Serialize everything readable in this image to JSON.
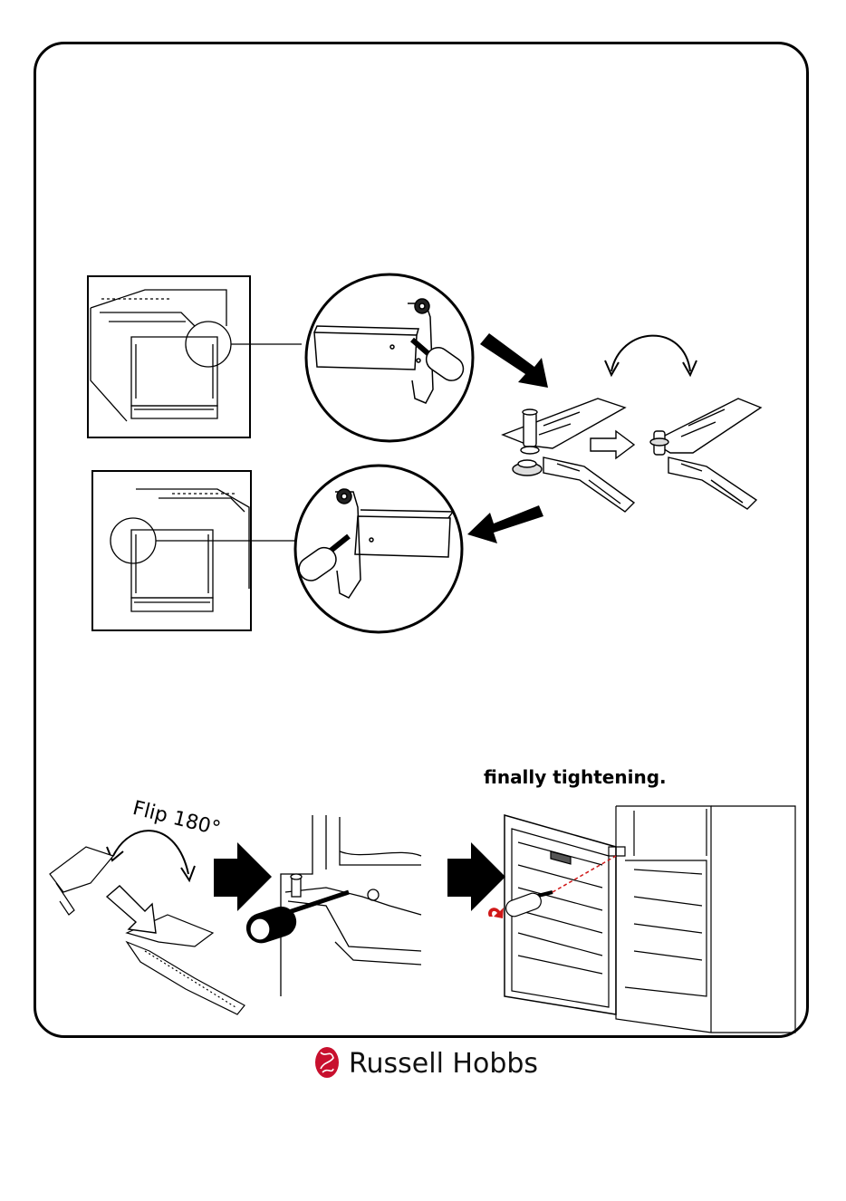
{
  "step_text": "finally tightening.",
  "flip_label": "Flip 180°",
  "brand": {
    "name": "Russell Hobbs",
    "logo_icon": "rh-crest-icon",
    "logo_color": "#c8102e"
  },
  "colors": {
    "line": "#000000",
    "accent_red": "#d01818"
  }
}
